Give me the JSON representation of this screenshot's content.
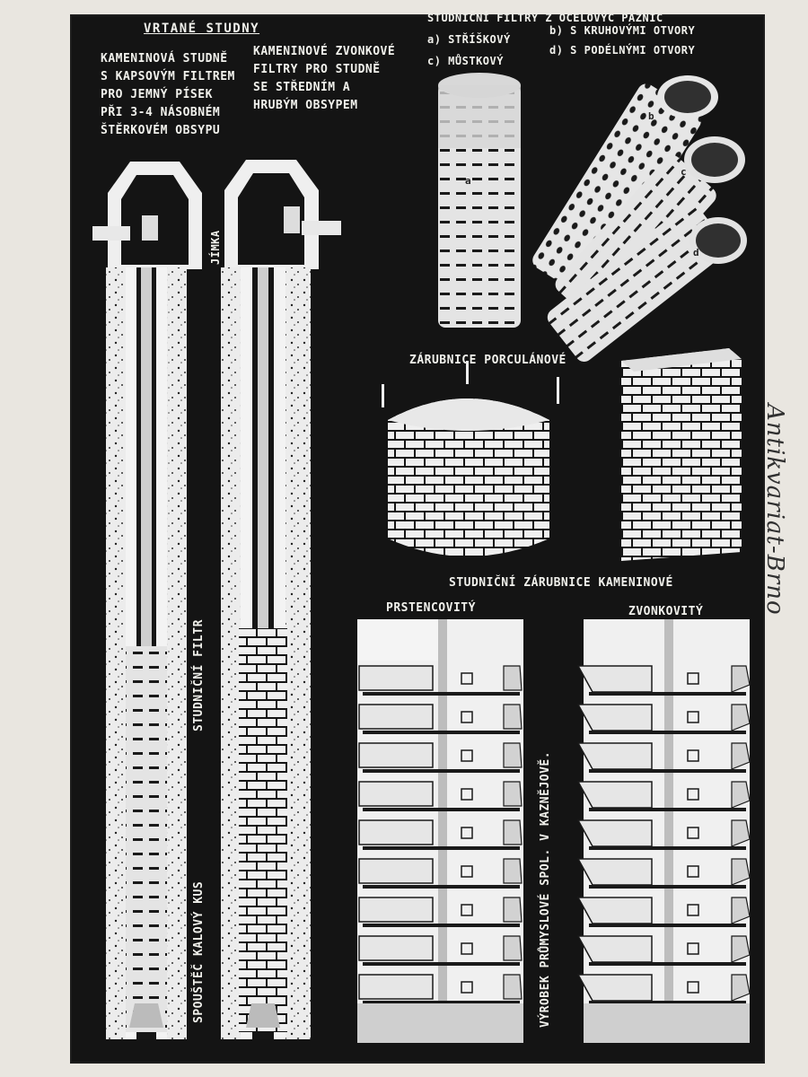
{
  "heading": "VRTANÉ STUDNY",
  "well1_caption": [
    "KAMENINOVÁ STUDNĚ",
    "S KAPSOVÝM FILTREM",
    "PRO JEMNÝ PÍSEK",
    "PŘI 3-4 NÁSOBNÉM",
    "ŠTĚRKOVÉM OBSYPU"
  ],
  "well2_caption": [
    "KAMENINOVÉ ZVONKOVÉ",
    "FILTRY PRO STUDNĚ",
    "SE STŘEDNÍM A",
    "HRUBÝM OBSYPEM"
  ],
  "steel_filters": {
    "title": "STUDNIČNÍ FILTRY Z OCELOVÝC PAŽNIC",
    "a": "a) STŘÍŠKOVÝ",
    "b": "b) S KRUHOVÝMI OTVORY",
    "c": "c) MŮSTKOVÝ",
    "d": "d) S PODÉLNÝMI OTVORY",
    "tags": [
      "a",
      "b",
      "c",
      "d"
    ]
  },
  "labels": {
    "jimka": "JÍMKA",
    "studnicni_filtr": "STUDNIČNÍ FILTR",
    "spoustec": "SPOUŠTĚČ  KALOVÝ  KUS",
    "porcelain": "ZÁRUBNICE PORCULÁNOVÉ",
    "stoneware": "STUDNIČNÍ ZÁRUBNICE KAMENINOVÉ",
    "ring": "PRSTENCOVITÝ",
    "bell": "ZVONKOVITÝ",
    "maker": "VÝROBEK PRŮMYSLOVÉ SPOL. V KAZNĚJOVĚ."
  },
  "watermark": "Antikvariat-Brno",
  "colors": {
    "plate": "#141414",
    "paper": "#e9e6e0",
    "ink": "#f1f1ec"
  }
}
